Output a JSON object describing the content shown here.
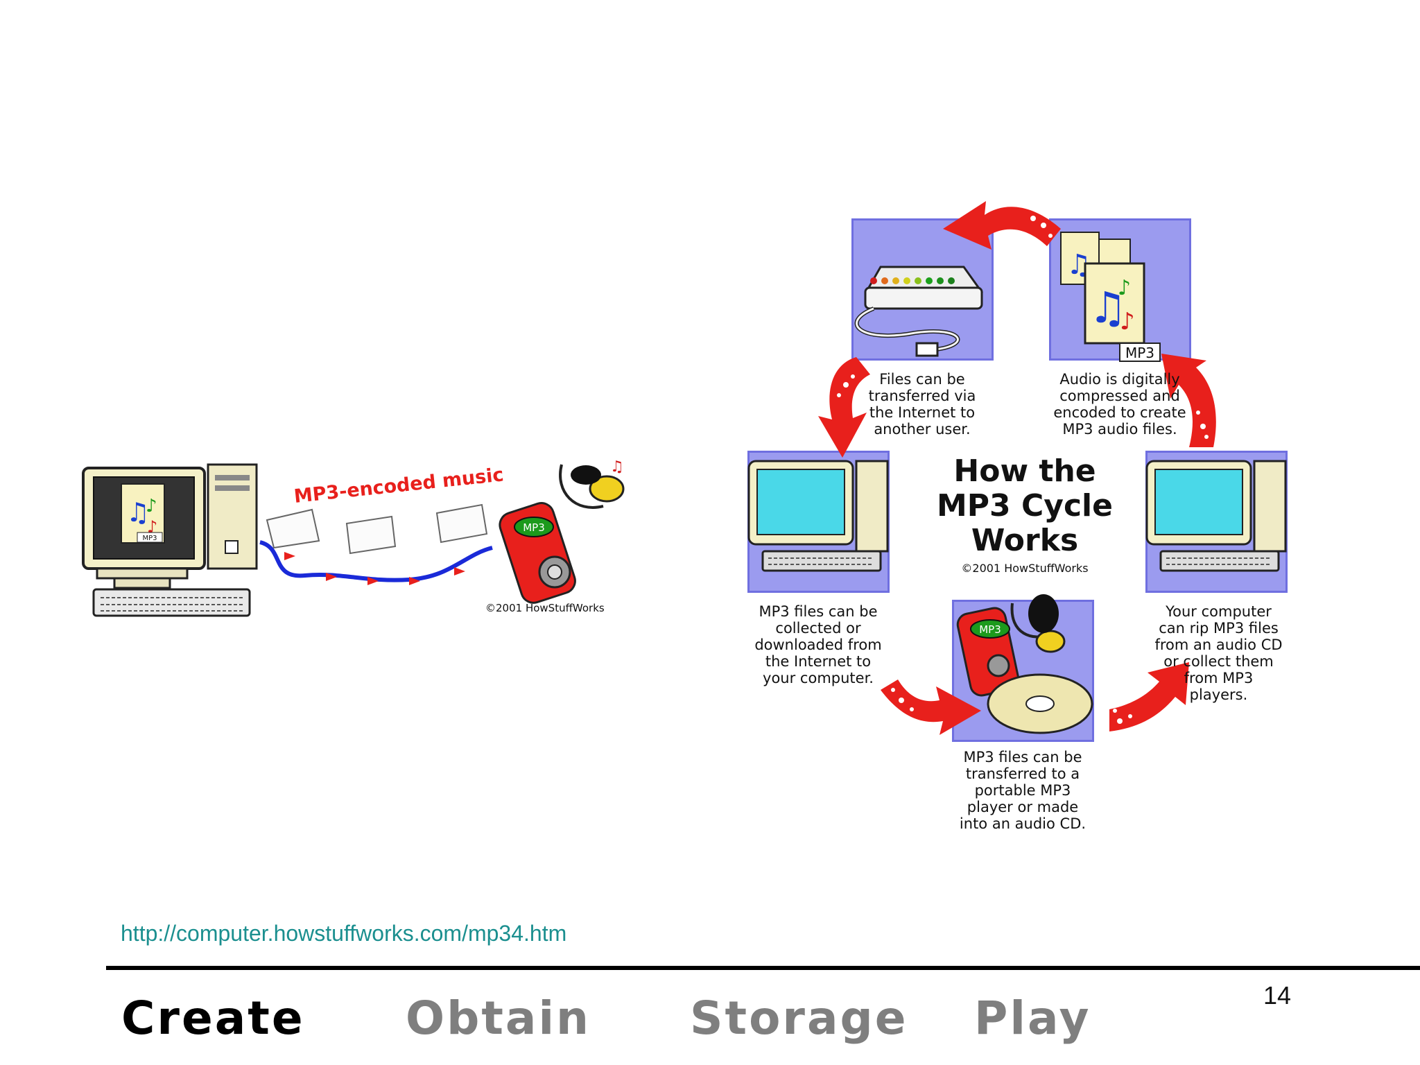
{
  "left_illustration": {
    "banner": "MP3-encoded music",
    "file_label": "MP3",
    "player_label": "MP3",
    "copyright": "©2001 HowStuffWorks"
  },
  "cycle": {
    "title": "How the\nMP3 Cycle\nWorks",
    "copyright": "©2001 HowStuffWorks",
    "file_label": "MP3",
    "player_label": "MP3",
    "captions": {
      "transfer": "Files can be\ntransferred via\nthe Internet to\nanother user.",
      "encode": "Audio is digitally\ncompressed and\nencoded to create\nMP3 audio files.",
      "collect": "MP3 files can be\ncollected or\ndownloaded from\nthe Internet to\nyour computer.",
      "rip": "Your computer\ncan rip MP3 files\nfrom an audio CD\nor collect them\nfrom MP3\nplayers.",
      "portable": "MP3 files can be\ntransferred to a\nportable MP3\nplayer or made\ninto an audio CD."
    }
  },
  "source_url": "http://computer.howstuffworks.com/mp34.htm",
  "page_number": "14",
  "stages": [
    "Create",
    "Obtain",
    "Storage",
    "Play"
  ],
  "colors": {
    "active_stage": "#000000",
    "inactive_stage": "#7f7f7f",
    "link": "#1b8f8f",
    "arrow": "#e8201c",
    "panel": "#9b9bef"
  }
}
